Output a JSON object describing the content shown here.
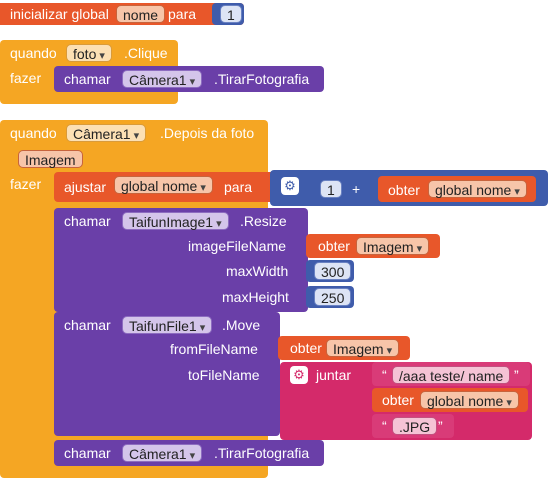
{
  "global_init": {
    "label": "inicializar global",
    "var_name": "nome",
    "to": "para",
    "value": "1"
  },
  "event1": {
    "when": "quando",
    "component": "foto",
    "event": ".Clique",
    "do": "fazer",
    "call": "chamar",
    "call_component": "Câmera1",
    "call_method": ".TirarFotografia"
  },
  "event2": {
    "when": "quando",
    "component": "Câmera1",
    "event": ".Depois da foto",
    "param": "Imagem",
    "do": "fazer",
    "set": "ajustar",
    "set_var": "global nome",
    "set_to": "para",
    "num": "1",
    "plus": "+",
    "get": "obter",
    "get_var": "global nome",
    "resize": {
      "call": "chamar",
      "component": "TaifunImage1",
      "method": ".Resize",
      "arg1": "imageFileName",
      "arg1_get": "obter",
      "arg1_val": "Imagem",
      "arg2": "maxWidth",
      "arg2_val": "300",
      "arg3": "maxHeight",
      "arg3_val": "250"
    },
    "move": {
      "call": "chamar",
      "component": "TaifunFile1",
      "method": ".Move",
      "arg1": "fromFileName",
      "arg1_get": "obter",
      "arg1_val": "Imagem",
      "arg2": "toFileName",
      "join": "juntar",
      "str1": "/aaa teste/ name",
      "get2": "obter",
      "get2_val": "global nome",
      "str2": ".JPG"
    },
    "final_call": {
      "call": "chamar",
      "component": "Câmera1",
      "method": ".TirarFotografia"
    }
  },
  "colors": {
    "event": "#F5A623",
    "variable": "#E8572A",
    "component": "#6A3FA8",
    "math": "#3F5CAB",
    "text": "#D42A6A"
  }
}
